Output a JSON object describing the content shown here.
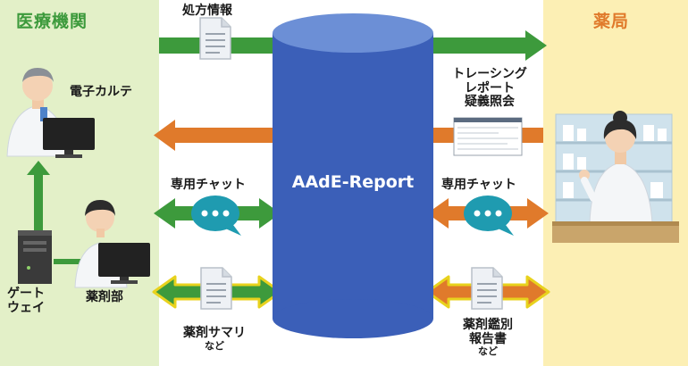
{
  "regions": {
    "hospital": {
      "title": "医療機関",
      "color": "#e3f0c8"
    },
    "pharmacy": {
      "title": "薬局",
      "color": "#fcefb4"
    }
  },
  "hub": {
    "label": "AAdE-Report",
    "color": "#3b5fb8"
  },
  "actors": {
    "ehr": "電子カルテ",
    "gateway_line1": "ゲート",
    "gateway_line2": "ウェイ",
    "pharmacy_dept": "薬剤部"
  },
  "flows": {
    "prescription": "処方情報",
    "tracing_line1": "トレーシング",
    "tracing_line2": "レポート",
    "tracing_line3": "疑義照会",
    "chat_left": "専用チャット",
    "chat_right": "専用チャット",
    "summary": "薬剤サマリ",
    "summary_etc": "など",
    "report_line1": "薬剤鑑別",
    "report_line2": "報告書",
    "report_etc": "など"
  },
  "colors": {
    "green": "#3d9a3c",
    "orange": "#e07a2b",
    "teal": "#1f9bb0",
    "outline": "#e8d21d"
  },
  "icons": [
    "document-icon",
    "chat-bubble-icon",
    "doctor-icon",
    "pharmacist-icon",
    "server-icon",
    "monitor-icon"
  ]
}
